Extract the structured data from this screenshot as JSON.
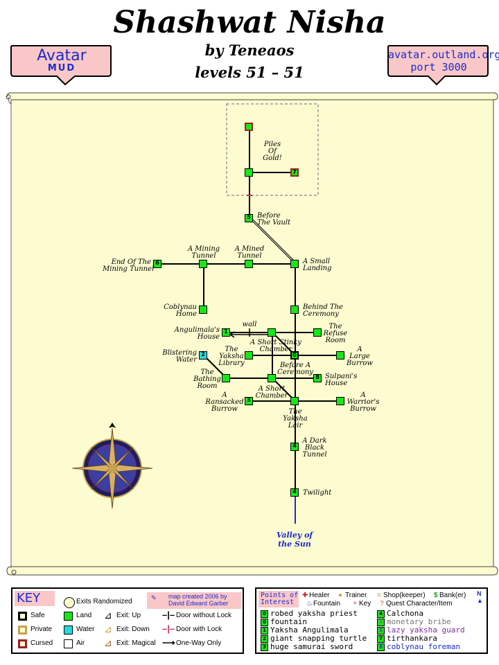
{
  "header": {
    "title": "Shashwat Nisha",
    "author": "by Teneaos",
    "levels": "levels 51 – 51"
  },
  "badge_left": {
    "line1": "Avatar",
    "line2": "MUD"
  },
  "badge_right": {
    "line1": "avatar.outland.org",
    "line2": "port 3000"
  },
  "colors": {
    "parchment": "#fdfbd0",
    "land": "#19e619",
    "water": "#22dcdc",
    "badge_bg": "#f9c7c7",
    "link_blue": "#1a2bd0"
  },
  "map": {
    "labels": {
      "piles": "Piles\nOf\nGold!",
      "before_vault": "Before\nThe Vault",
      "end_mining": "End Of The\nMining Tunnel",
      "mining_tunnel": "A Mining\nTunnel",
      "mined_tunnel": "A Mined\nTunnel",
      "small_landing": "A Small\nLanding",
      "coblynau_home": "Coblynau\nHome",
      "behind_ceremony": "Behind The\nCeremony",
      "angulimala": "Angulimala's\nHouse",
      "wall": "wall",
      "refuse": "The\nRefuse\nRoom",
      "stinky": "A Short Stinky\nChamber",
      "blistering": "Blistering\nWater",
      "yaksha_library": "The\nYaksha\nLibrary",
      "large_burrow": "A\nLarge\nBurrow",
      "before_ceremony": "Before A\nCeremony",
      "bathing": "The\nBathing\nRoom",
      "sulpani": "Sulpani's\nHouse",
      "short_chamber": "A Short\nChamber",
      "ransacked": "A\nRansacked\nBurrow",
      "warriors": "A\nWarrior's\nBurrow",
      "yaksha_lair": "The\nYaksha\nLair",
      "dark_tunnel": "A Dark\nBlack\nTunnel",
      "twilight": "Twilight",
      "valley": "Valley of\nthe Sun"
    },
    "room_numbers": {
      "vault_right": "7",
      "before_vault": "5",
      "end_mining": "6",
      "angulimala": "1",
      "center": "0",
      "blistering": "2",
      "sulpani": "8",
      "ransacked": "3",
      "dark_tunnel": "4",
      "twilight": "4"
    }
  },
  "key": {
    "title": "KEY",
    "exits_randomized": "Exits Randomized",
    "credit_line1": "map created 2006 by",
    "credit_line2": "David Edward Garber",
    "safe": "Safe",
    "private": "Private",
    "cursed": "Cursed",
    "land": "Land",
    "water": "Water",
    "air": "Air",
    "exit_up": "Exit: Up",
    "exit_down": "Exit: Down",
    "exit_magical": "Exit: Magical",
    "door_no_lock": "Door without Lock",
    "door_lock": "Door with Lock",
    "one_way": "One-Way Only"
  },
  "poi": {
    "title_line1": "Points of",
    "title_line2": "Interest",
    "healer": "Healer",
    "trainer": "Trainer",
    "shop": "Shop(keeper)",
    "bank": "Bank(er)",
    "fountain": "Fountain",
    "key": "Key",
    "quest": "Quest Character/Item",
    "left_items": [
      {
        "num": "0",
        "text": "robed yaksha priest"
      },
      {
        "num": "0",
        "text": "fountain"
      },
      {
        "num": "1",
        "text": "Yaksha Angulimala"
      },
      {
        "num": "2",
        "text": "giant snapping turtle"
      },
      {
        "num": "3",
        "text": "huge samurai sword"
      }
    ],
    "right_items": [
      {
        "num": "4",
        "text": "Calchona",
        "color": "#000000"
      },
      {
        "num": "4",
        "text": "monetary bribe",
        "color": "#777777"
      },
      {
        "num": "5",
        "text": "lazy yaksha guard",
        "color": "#7a2a9a"
      },
      {
        "num": "7",
        "text": "tirthankara",
        "color": "#000000"
      },
      {
        "num": "8",
        "text": "coblynau foreman",
        "color": "#1a2bd0"
      }
    ]
  }
}
